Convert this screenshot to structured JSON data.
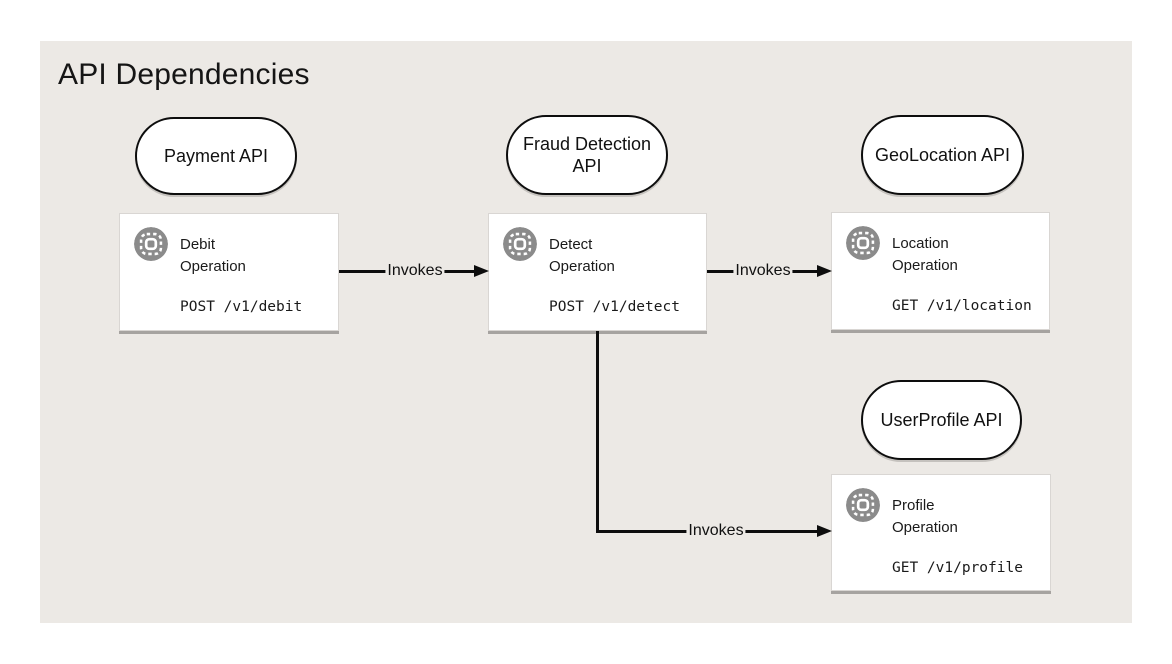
{
  "title": "API Dependencies",
  "colors": {
    "canvas": "#ffffff",
    "panel_background": "#ece9e5",
    "node_fill": "#ffffff",
    "node_border": "#0d0d0d",
    "icon_circle": "#8b8b8b",
    "edge": "#0d0d0d"
  },
  "apis": [
    {
      "label": "Payment API"
    },
    {
      "label": "Fraud Detection API"
    },
    {
      "label": "GeoLocation API"
    },
    {
      "label": "UserProfile API"
    }
  ],
  "operations": [
    {
      "title": "Debit Operation",
      "endpoint": "POST /v1/debit",
      "icon": "operation-scan-icon"
    },
    {
      "title": "Detect Operation",
      "endpoint": "POST /v1/detect",
      "icon": "operation-scan-icon"
    },
    {
      "title": "Location Operation",
      "endpoint": "GET /v1/location",
      "icon": "operation-scan-icon"
    },
    {
      "title": "Profile Operation",
      "endpoint": "GET /v1/profile",
      "icon": "operation-scan-icon"
    }
  ],
  "edges": [
    {
      "label": "Invokes",
      "from": "Debit Operation",
      "to": "Detect Operation"
    },
    {
      "label": "Invokes",
      "from": "Detect Operation",
      "to": "Location Operation"
    },
    {
      "label": "Invokes",
      "from": "Detect Operation",
      "to": "Profile Operation"
    }
  ]
}
